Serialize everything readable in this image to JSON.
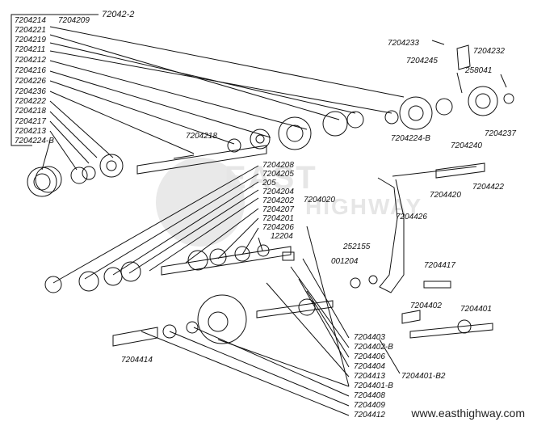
{
  "diagram": {
    "header_code": "72042-2",
    "labels_left_column": [
      "7204214",
      "7204209",
      "7204221",
      "7204219",
      "7204211",
      "7204212",
      "7204216",
      "7204226",
      "7204236",
      "7204222",
      "7204218",
      "7204217",
      "7204213",
      "7204224-B"
    ],
    "labels_top_right": [
      "7204233",
      "7204232",
      "7204245",
      "258041",
      "7204237",
      "7204240",
      "7204224-B"
    ],
    "labels_middle": [
      "7204218",
      "7204208",
      "7204205",
      "205",
      "7204204",
      "7204202",
      "7204207",
      "7204201",
      "7204206",
      "12204",
      "7204020"
    ],
    "labels_right": [
      "7204420",
      "7204422",
      "7204426",
      "252155",
      "001204",
      "7204417",
      "7204402",
      "7204401"
    ],
    "labels_bottom": [
      "7204414",
      "7204403",
      "7204402-B",
      "7204406",
      "7204404",
      "7204413",
      "7204401-B",
      "7204408",
      "7204409",
      "7204412",
      "7204401-B2"
    ]
  },
  "watermark": {
    "word_top": "EAST",
    "word_side": "HIGHWAY"
  },
  "footer": {
    "url": "www.easthighway.com"
  }
}
